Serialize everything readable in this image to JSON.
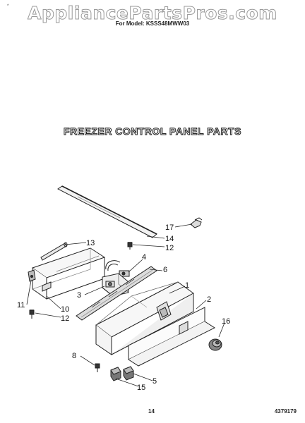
{
  "header": {
    "watermark": "AppliancePartsPros.com",
    "model_line": "For Model: KSSS48MWW03",
    "corner_mark": "*"
  },
  "section": {
    "title": "FREEZER CONTROL PANEL PARTS"
  },
  "callouts": {
    "c1": "1",
    "c2": "2",
    "c3": "3",
    "c4": "4",
    "c5": "5",
    "c6": "6",
    "c8": "8",
    "c10": "10",
    "c11": "11",
    "c12a": "12",
    "c12b": "12",
    "c13": "13",
    "c14": "14",
    "c15": "15",
    "c16": "16",
    "c17": "17"
  },
  "footer": {
    "page_number": "14",
    "doc_number": "4379179"
  }
}
